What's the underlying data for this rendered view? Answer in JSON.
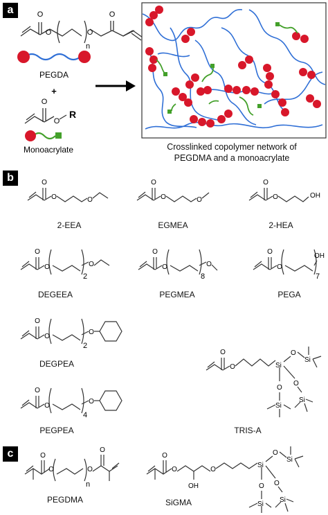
{
  "panels": {
    "a": "a",
    "b": "b",
    "c": "c"
  },
  "panel_a": {
    "pegda_label": "PEGDA",
    "plus": "+",
    "mono_R": "R",
    "mono_label": "Monoacrylate",
    "pegda_n": "n",
    "network_caption_line1": "Crosslinked copolymer network of",
    "network_caption_line2": "PEGDMA and a monoacrylate"
  },
  "panel_b": {
    "eea": "2-EEA",
    "egmea": "EGMEA",
    "hea": "2-HEA",
    "degeea": "DEGEEA",
    "pegmea": "PEGMEA",
    "pega": "PEGA",
    "degpea": "DEGPEA",
    "pegpea": "PEGPEA",
    "trisa": "TRIS-A",
    "sub_2": "2",
    "sub_8": "8",
    "sub_7": "7",
    "sub_4": "4",
    "OH": "OH",
    "Si": "Si"
  },
  "panel_c": {
    "pegdma": "PEGDMA",
    "sigma": "SiGMA",
    "sub_n": "n",
    "OH": "OH",
    "Si": "Si"
  },
  "colors": {
    "chain_blue": "#2f6fd6",
    "bead_red": "#d8172a",
    "mono_green": "#43a02a",
    "bond_gray": "#333333"
  }
}
